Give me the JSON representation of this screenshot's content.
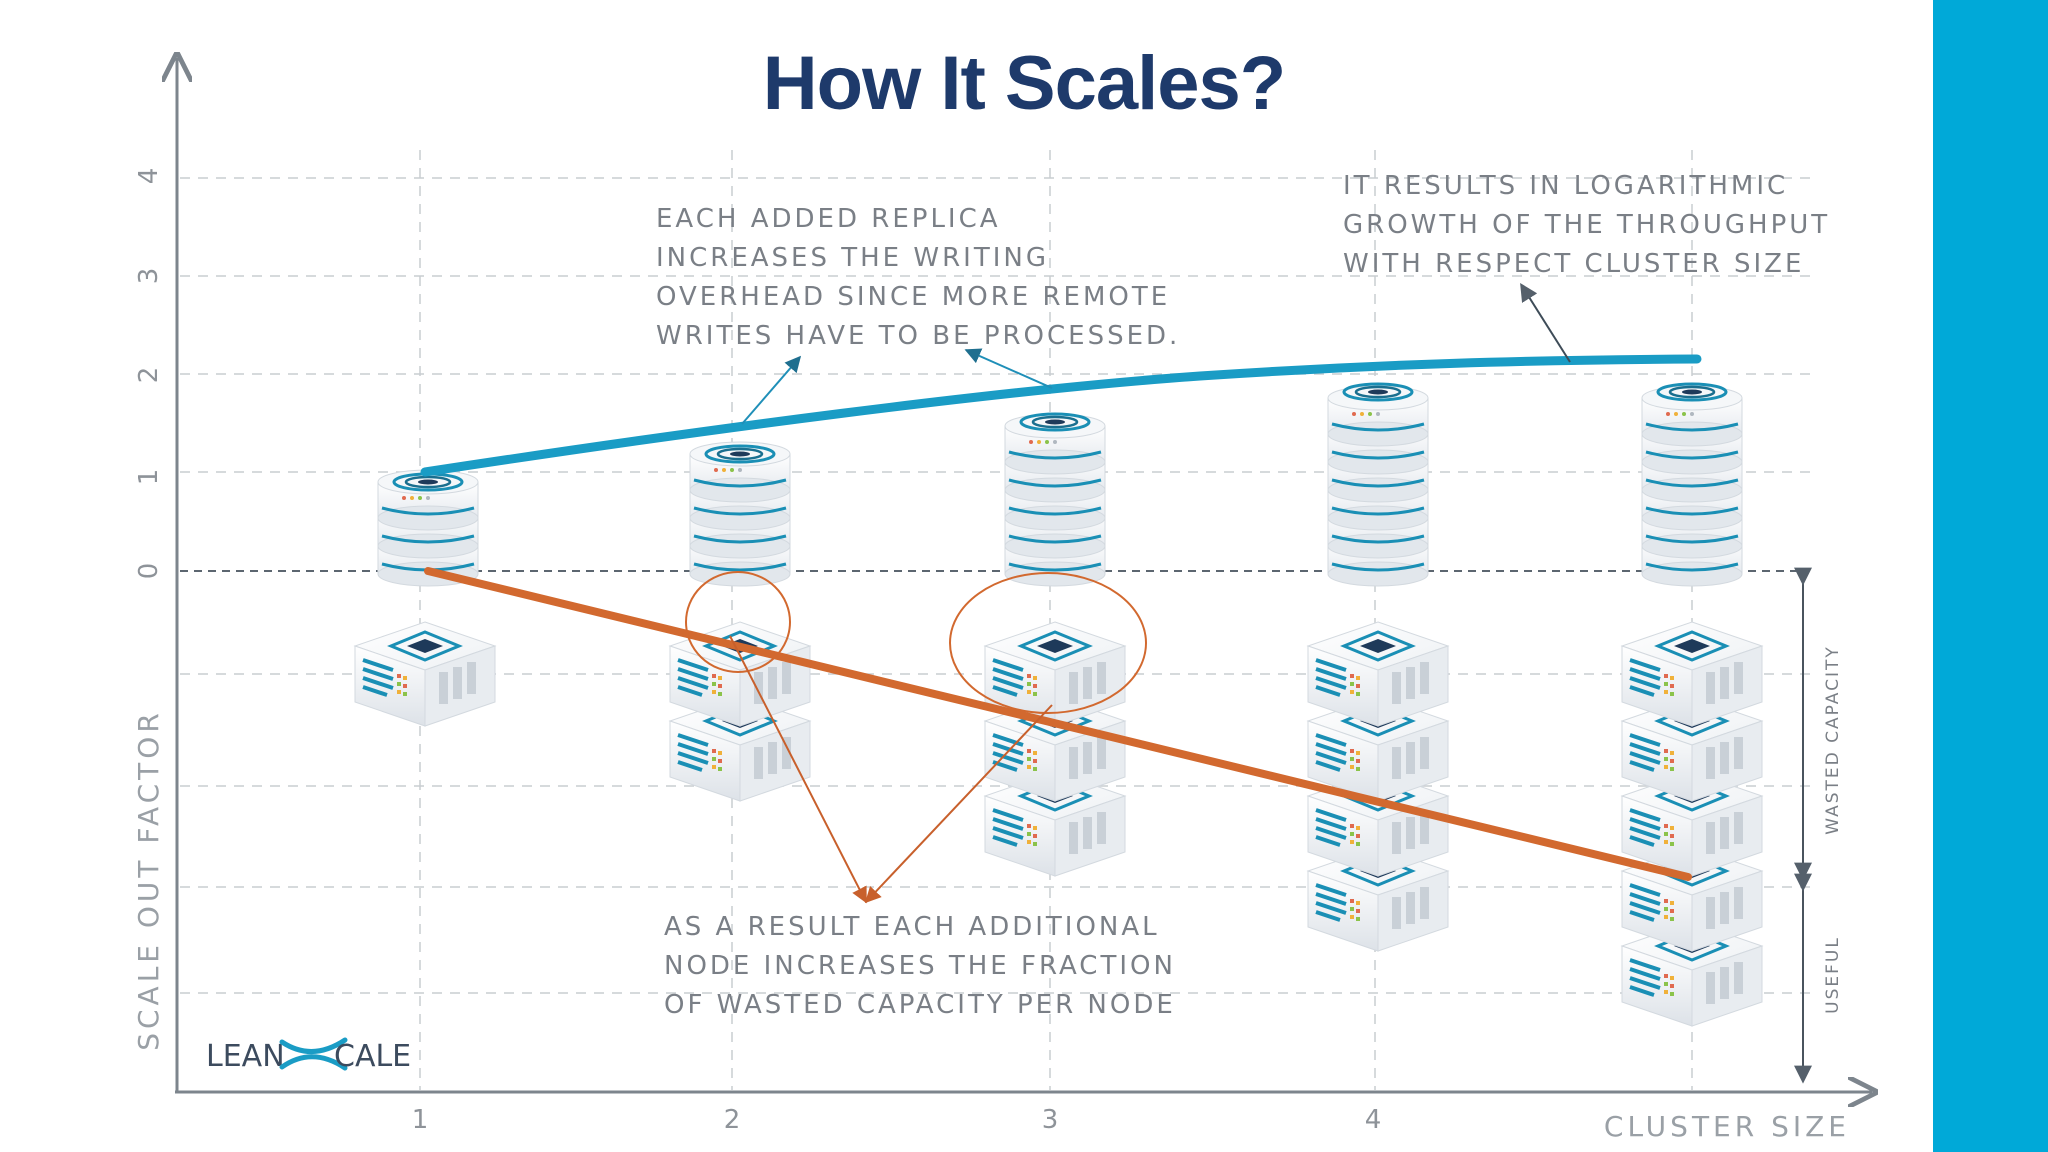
{
  "title": "How It Scales?",
  "accent_color": "#00a9d8",
  "axes": {
    "y_label": "SCALE OUT FACTOR",
    "x_label": "CLUSTER SIZE",
    "x_ticks": [
      "1",
      "2",
      "3",
      "4"
    ],
    "y_ticks": [
      "0",
      "1",
      "2",
      "3",
      "4"
    ]
  },
  "annotations": {
    "replica_overhead": [
      "EACH ADDED REPLICA",
      "INCREASES THE WRITING",
      "OVERHEAD SINCE MORE REMOTE",
      "WRITES HAVE TO BE PROCESSED."
    ],
    "log_growth": [
      "IT RESULTS IN LOGARITHMIC",
      "GROWTH OF THE THROUGHPUT",
      "WITH RESPECT CLUSTER SIZE"
    ],
    "wasted_fraction": [
      "AS A RESULT EACH ADDITIONAL",
      "NODE INCREASES THE FRACTION",
      "OF WASTED CAPACITY PER NODE"
    ]
  },
  "brackets": {
    "wasted": "WASTED CAPACITY",
    "useful": "USEFUL"
  },
  "logo": {
    "left": "LEAN",
    "right": "CALE"
  },
  "lines": {
    "throughput": {
      "color": "#1a9cc5",
      "icon": "throughput-curve"
    },
    "wasted": {
      "color": "#d2692f",
      "icon": "wasted-capacity-line"
    }
  },
  "columns": [
    {
      "cluster_size": "1",
      "db_stack": 3,
      "server_stack": 1
    },
    {
      "cluster_size": "2",
      "db_stack": 4,
      "server_stack": 2
    },
    {
      "cluster_size": "3",
      "db_stack": 5,
      "server_stack": 3
    },
    {
      "cluster_size": "4",
      "db_stack": 6,
      "server_stack": 4
    },
    {
      "cluster_size": "5",
      "db_stack": 6,
      "server_stack": 5
    }
  ]
}
